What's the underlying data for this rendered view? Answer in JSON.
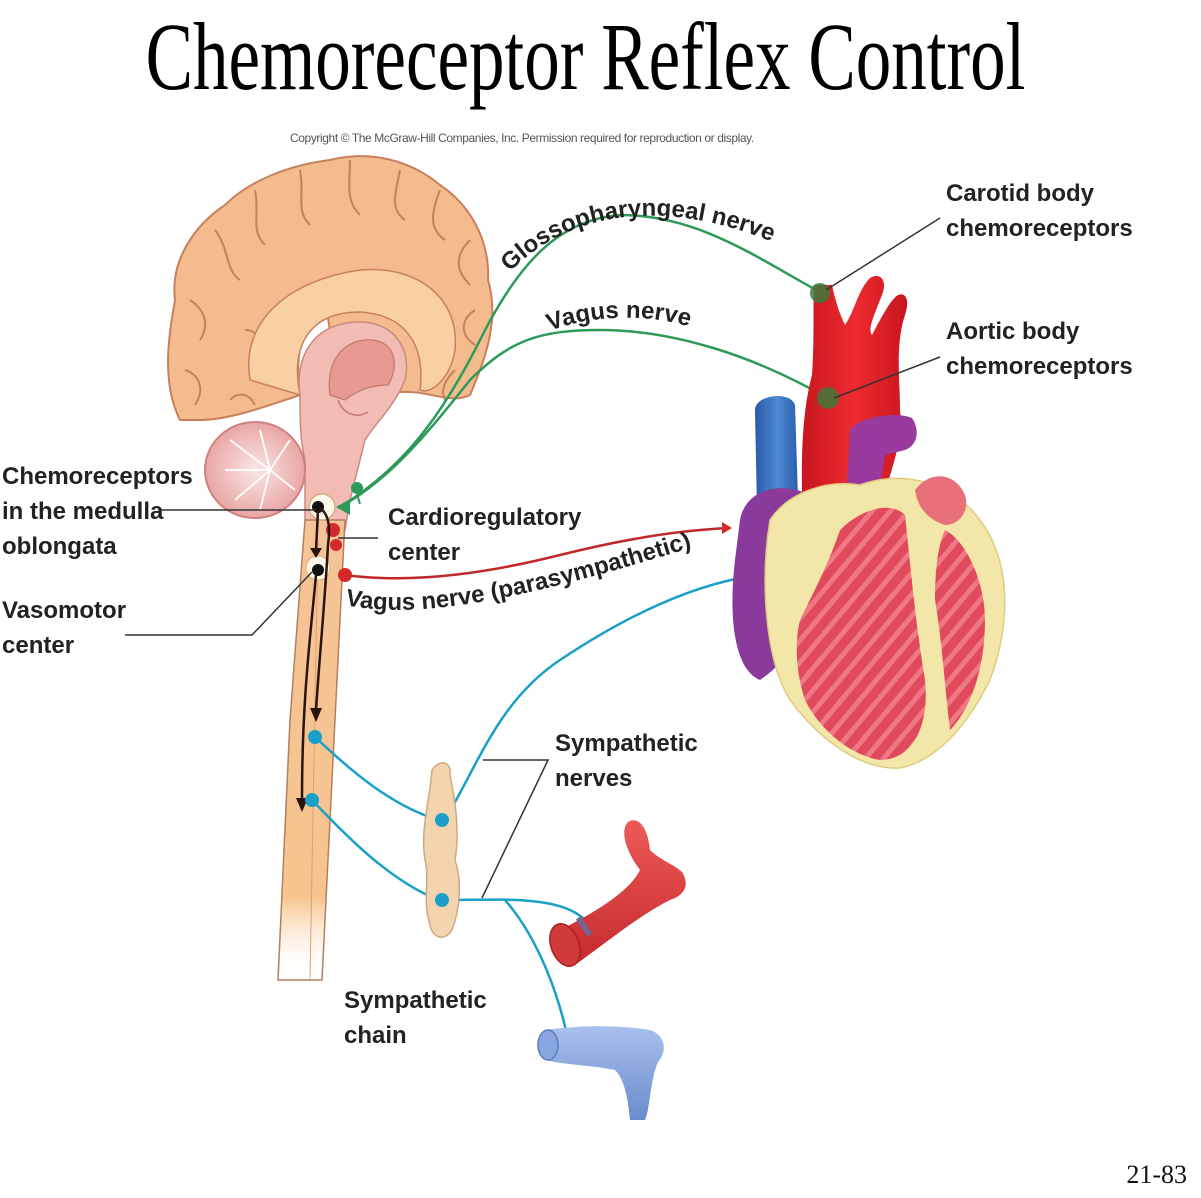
{
  "slide": {
    "title": "Chemoreceptor Reflex Control",
    "copyright": "Copyright © The McGraw-Hill Companies, Inc. Permission required for reproduction or display.",
    "page_number": "21-83"
  },
  "labels": {
    "chemoreceptors_medulla": [
      "Chemoreceptors",
      "in the medulla",
      "oblongata"
    ],
    "vasomotor_center": [
      "Vasomotor",
      "center"
    ],
    "cardioregulatory_center": [
      "Cardioregulatory",
      "center"
    ],
    "glossopharyngeal_nerve": "Glossopharyngeal nerve",
    "vagus_nerve": "Vagus nerve",
    "vagus_parasympathetic": "Vagus nerve (parasympathetic)",
    "carotid_body": [
      "Carotid body",
      "chemoreceptors"
    ],
    "aortic_body": [
      "Aortic body",
      "chemoreceptors"
    ],
    "sympathetic_nerves": [
      "Sympathetic",
      "nerves"
    ],
    "sympathetic_chain": [
      "Sympathetic",
      "chain"
    ]
  },
  "colors": {
    "sensory_nerve": "#2e9a5a",
    "parasympathetic_nerve": "#c0282a",
    "sympathetic_nerve": "#1aa0c8",
    "brain": "#f2b98a",
    "brainstem": "#f0b8b0",
    "spinal_cord": "#f7c48e",
    "aorta": "#e0242c",
    "vena_cava": "#3c78c0",
    "heart_muscle": "#e0485a",
    "fat": "#f2e6a8",
    "atrium": "#8a3a9a",
    "vein": "#7f9fd8"
  },
  "icons": {
    "arrow_glyph": "arrowhead",
    "synapse_glyph": "terminal"
  }
}
